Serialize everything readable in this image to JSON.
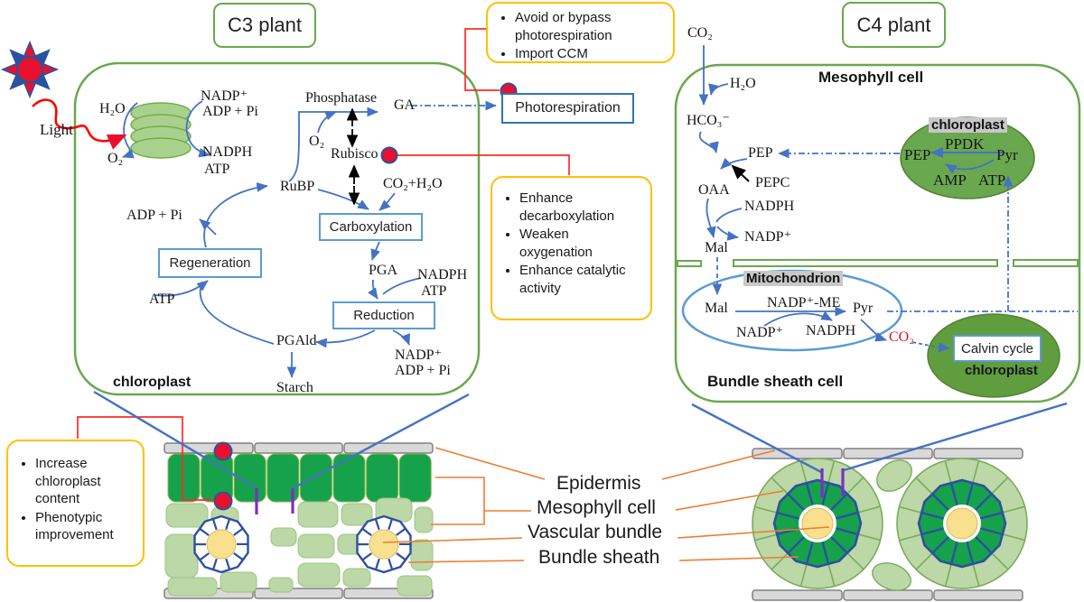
{
  "palette": {
    "green_outline": "#6aa84f",
    "blue_arrow": "#4472c4",
    "box_blue": "#5b9bd5",
    "callout_yellow": "#ffc000",
    "red": "#e8112d",
    "purple": "#7a2fc4",
    "orange_line": "#ed7d31",
    "mesophyll_green": "#15a24a",
    "spongy_green": "#bcd8a6",
    "epidermis_gray": "#d9d9d9",
    "vascular_yellow": "#f8e08e"
  },
  "sun": {
    "icon": "sun-icon",
    "label": "Light"
  },
  "c3": {
    "title": "C3 plant",
    "chloroplast_label": "chloroplast",
    "thylakoid": {
      "h2o": "H₂O",
      "o2": "O₂",
      "nadp": "NADP⁺",
      "adp_pi": "ADP + Pi",
      "nadph": "NADPH",
      "atp": "ATP"
    },
    "cycle": {
      "phosphatase": "Phosphatase",
      "ga": "GA",
      "o2": "O₂",
      "rubisco": "Rubisco",
      "rubp": "RuBP",
      "co2_h2o": "CO₂+H₂O",
      "carboxylation": "Carboxylation",
      "pga": "PGA",
      "nadph": "NADPH",
      "atp": "ATP",
      "reduction": "Reduction",
      "nadp": "NADP⁺",
      "adp_pi": "ADP + Pi",
      "pgald": "PGAld",
      "starch": "Starch",
      "regeneration": "Regeneration",
      "adp_pi_out": "ADP + Pi",
      "atp_in": "ATP"
    },
    "photorespiration": "Photorespiration"
  },
  "c4": {
    "title": "C4 plant",
    "mesophyll_cell": "Mesophyll cell",
    "bundle_sheath_cell": "Bundle sheath cell",
    "co2": "CO₂",
    "h2o": "H₂O",
    "hco3": "HCO₃⁻",
    "pep": "PEP",
    "pepc": "PEPC",
    "oaa": "OAA",
    "nadph": "NADPH",
    "nadp": "NADP⁺",
    "mal": "Mal",
    "chloroplast1": {
      "tag": "chloroplast",
      "ppdk": "PPDK",
      "pep": "PEP",
      "pyr": "Pyr",
      "amp": "AMP",
      "atp": "ATP"
    },
    "mitochondrion": {
      "tag": "Mitochondrion",
      "mal": "Mal",
      "nadp_me": "NADP⁺-ME",
      "pyr": "Pyr",
      "nadp": "NADP⁺",
      "nadph": "NADPH"
    },
    "co2_release": "CO₂",
    "calvin_cycle": "Calvin cycle",
    "chloroplast2": "chloroplast"
  },
  "callouts": {
    "top": {
      "items": [
        "Avoid or bypass photorespiration",
        "Import CCM"
      ]
    },
    "middle": {
      "items": [
        "Enhance decarboxylation",
        "Weaken oxygenation",
        "Enhance catalytic activity"
      ]
    },
    "bottom": {
      "items": [
        "Increase chloroplast content",
        "Phenotypic improvement"
      ]
    }
  },
  "anatomy": {
    "epidermis": "Epidermis",
    "mesophyll": "Mesophyll cell",
    "vascular": "Vascular bundle",
    "bundle_sheath": "Bundle sheath"
  }
}
